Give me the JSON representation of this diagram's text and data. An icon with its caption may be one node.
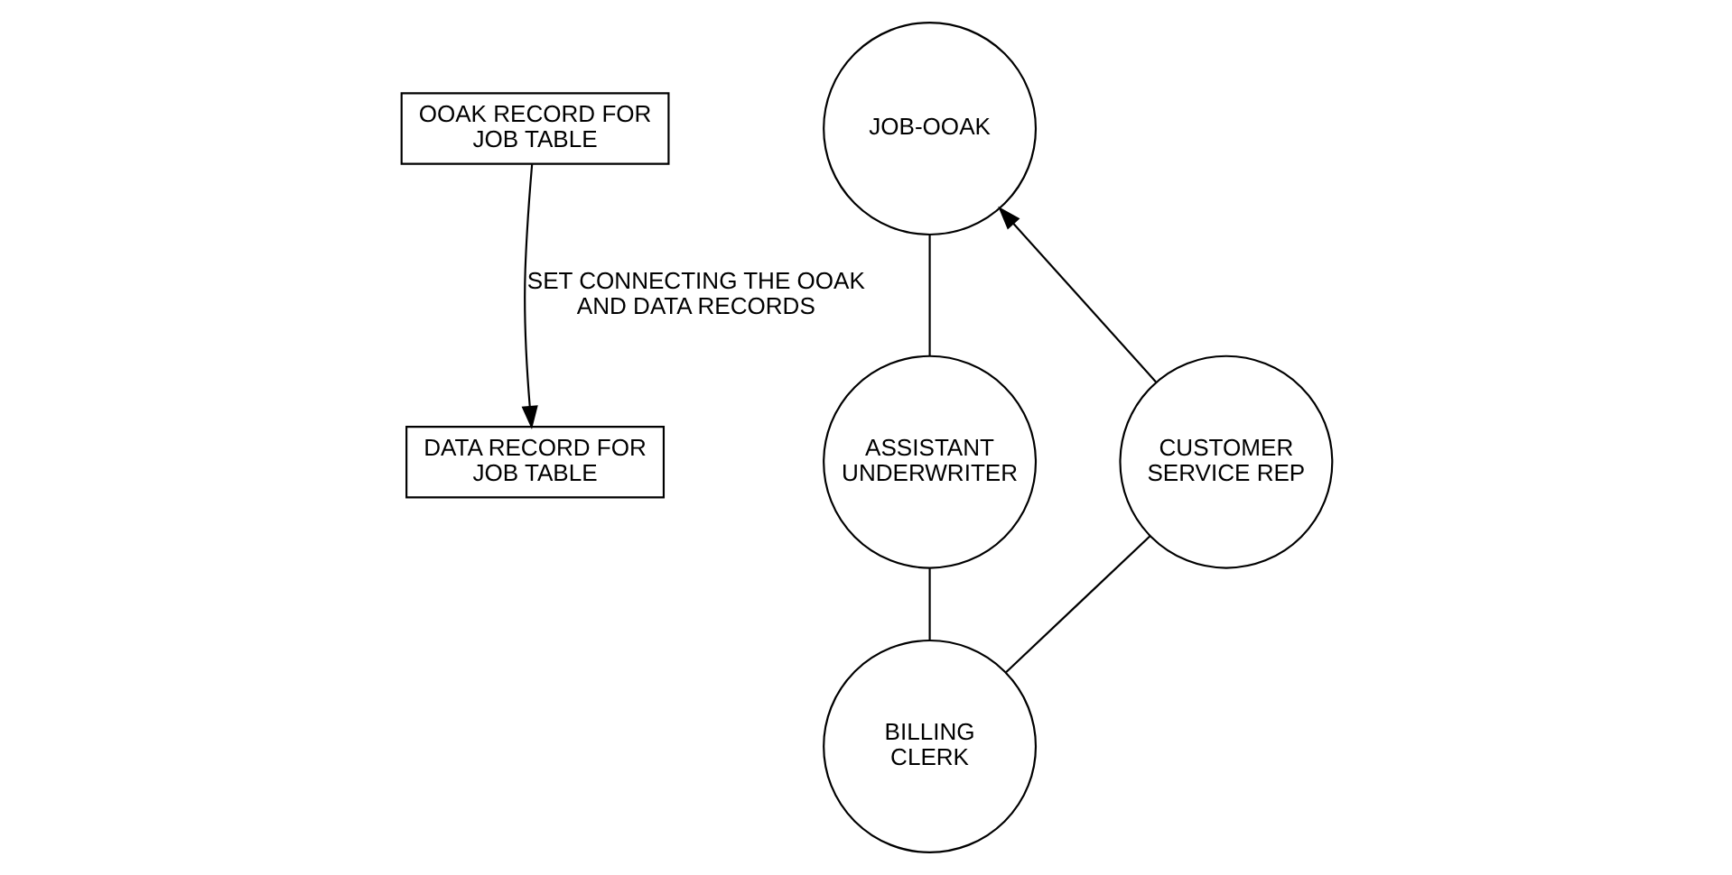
{
  "diagram": {
    "nodes": [
      {
        "text": [
          "OOAK RECORD FOR JOB TABLE"
        ]
      },
      {
        "text": [
          "DATA RECORD FOR JOB TABLE"
        ]
      },
      {
        "text": [
          "JOB-OOAK"
        ]
      },
      {
        "text": [
          "ASSISTANT UNDERWRITER"
        ]
      },
      {
        "text": [
          "CUSTOMER SERVICE REP"
        ]
      },
      {
        "text": [
          "BILLING CLERK"
        ]
      }
    ],
    "edges": [
      {
        "from": 0,
        "to": 1,
        "arrow": "to",
        "label": "SET CONNECTING THE OOAK AND DATA RECORDS"
      },
      {
        "from": 2,
        "to": 3,
        "arrow": "none"
      },
      {
        "from": 3,
        "to": 5,
        "arrow": "none"
      },
      {
        "from": 5,
        "to": 4,
        "arrow": "none"
      },
      {
        "from": 4,
        "to": 2,
        "arrow": "to"
      }
    ]
  }
}
